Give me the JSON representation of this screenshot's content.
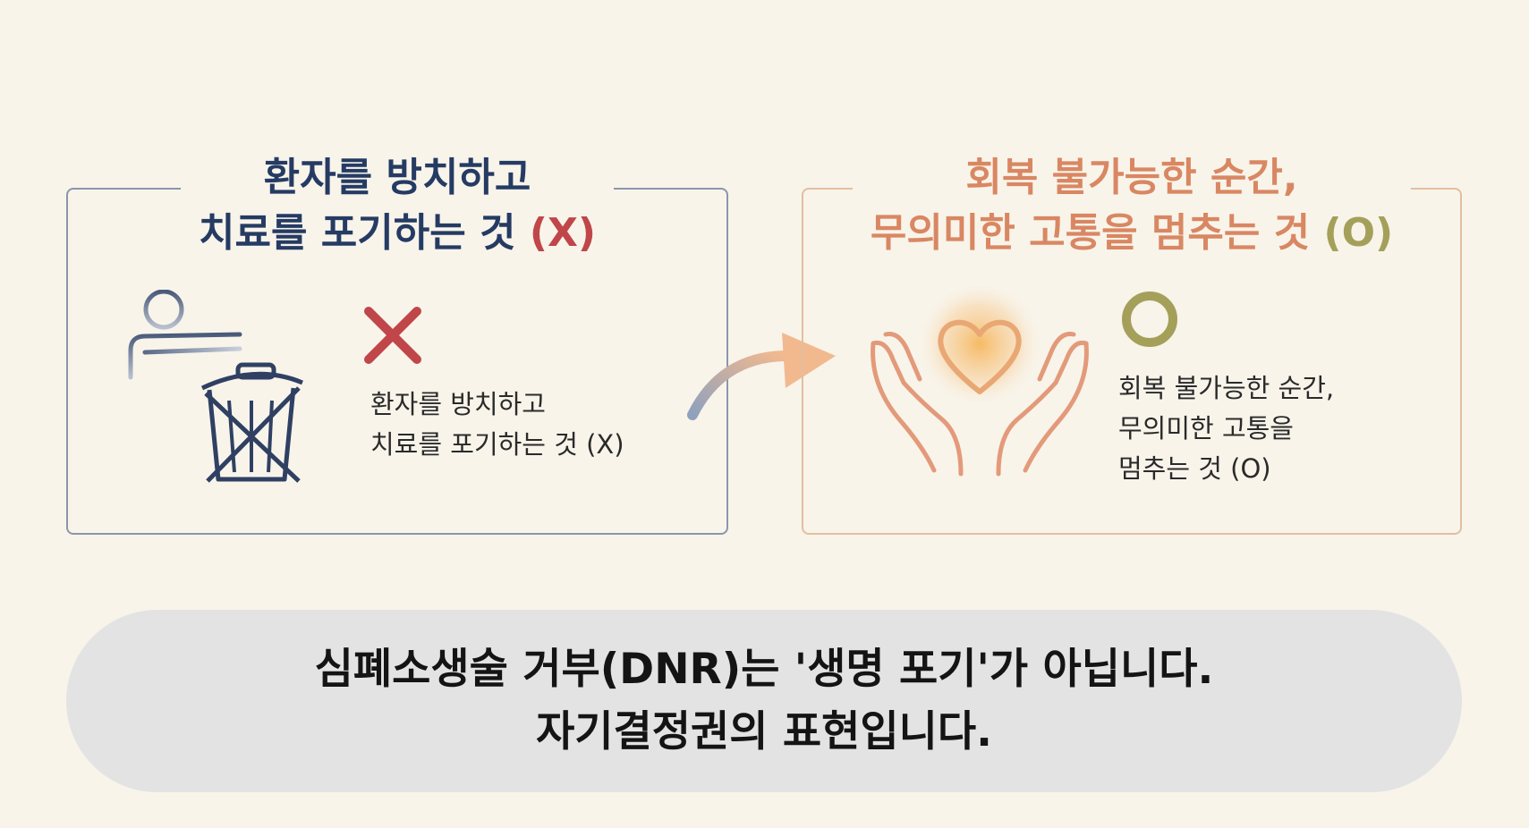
{
  "left_panel": {
    "title_line1": "환자를 방치하고",
    "title_line2": "치료를 포기하는 것",
    "title_mark": "(X)",
    "description": "환자를 방치하고\n치료를 포기하는 것 (X)",
    "icons": [
      "person-icon",
      "trash-can-icon",
      "x-mark-icon"
    ]
  },
  "right_panel": {
    "title_line1": "회복 불가능한 순간,",
    "title_line2": "무의미한 고통을 멈추는 것",
    "title_mark": "(O)",
    "description": "회복 불가능한 순간,\n무의미한 고통을\n멈추는 것 (O)",
    "icons": [
      "heart-in-hands-icon",
      "circle-mark-icon"
    ]
  },
  "banner": {
    "line1": "심폐소생술 거부(DNR)는 '생명 포기'가 아닙니다.",
    "line2": "자기결정권의 표현입니다."
  },
  "colors": {
    "background": "#f8f4ea",
    "left_title": "#253b63",
    "right_title": "#d98763",
    "x_mark": "#c0464a",
    "o_mark": "#a4a05a",
    "banner_bg": "#e3e3e4"
  }
}
